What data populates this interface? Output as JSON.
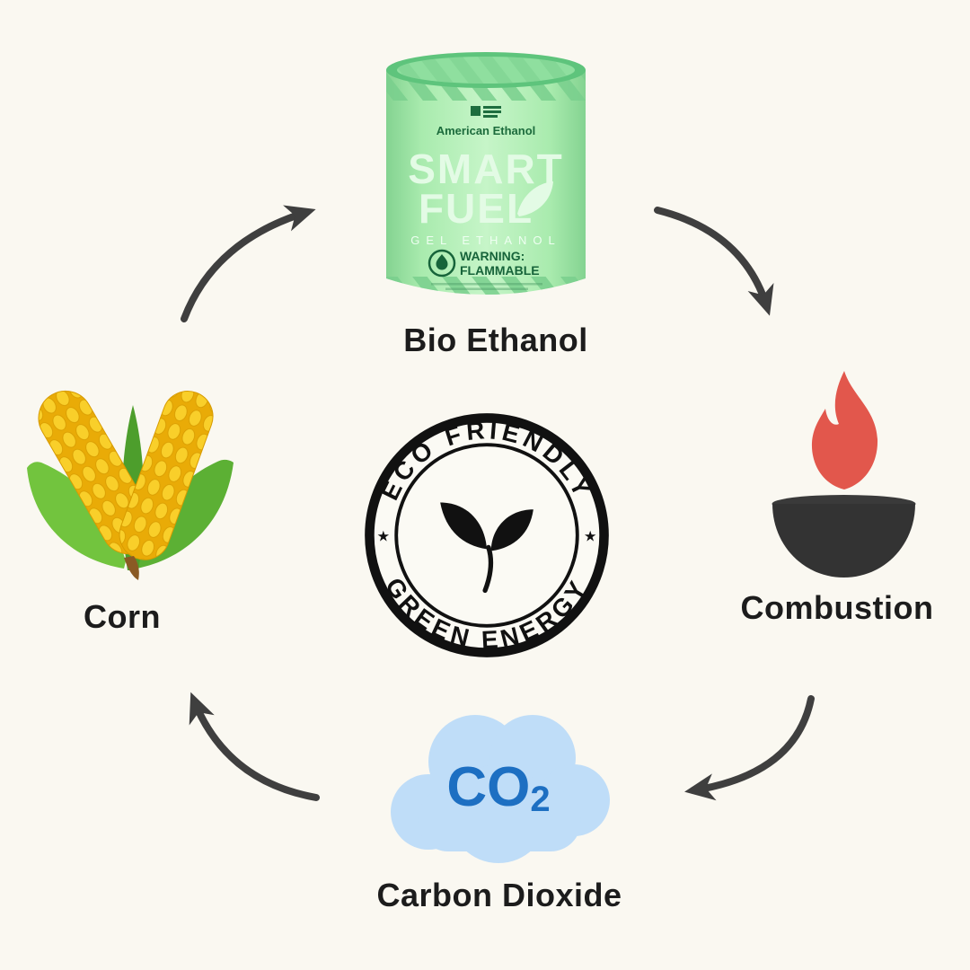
{
  "page": {
    "title": "Bio ethanol eco cycle diagram",
    "background": "#faf8f1"
  },
  "cycle": {
    "top": {
      "label": "Bio Ethanol"
    },
    "right": {
      "label": "Combustion"
    },
    "bottom": {
      "label": "Carbon Dioxide",
      "cloud_main": "CO",
      "cloud_sub": "2"
    },
    "left": {
      "label": "Corn"
    }
  },
  "badge": {
    "arc_top": "ECO FRIENDLY",
    "arc_bottom": "GREEN ENERGY",
    "star": "★"
  },
  "can": {
    "brand": "American Ethanol",
    "title1": "SMART",
    "title2": "FUEL",
    "subtitle": "GEL ETHANOL",
    "warning1": "WARNING:",
    "warning2": "FLAMMABLE"
  },
  "icons": {
    "center": "plant-sprout",
    "top": "fuel-can",
    "right": "flame-over-bowl",
    "bottom": "co2-cloud",
    "left": "corn-cobs",
    "arrows": "curved-cycle-arrows"
  },
  "colors": {
    "arrow": "#3f3f3f",
    "label": "#1c1c1c",
    "co2_text": "#1d6fc2",
    "cloud": "#bfddf8",
    "flame": "#e2574c",
    "bowl": "#333333",
    "corn_yellow": "#f5c21a",
    "leaf_green": "#6abf3f",
    "can_green": "#a9ebae",
    "can_dark_green": "#17643a",
    "badge_ink": "#111111"
  }
}
